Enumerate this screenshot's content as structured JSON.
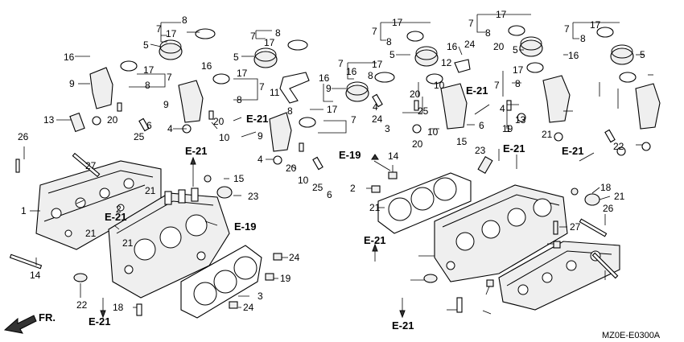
{
  "diagram": {
    "code": "MZ0E-E0300A",
    "front_label": "FR.",
    "refs": [
      "E-21",
      "E-21",
      "E-21",
      "E-19",
      "E-21",
      "E-21",
      "E-19",
      "E-21",
      "E-21",
      "E-21",
      "E-21"
    ],
    "callouts": [
      "7",
      "8",
      "17",
      "5",
      "16",
      "9",
      "17",
      "8",
      "7",
      "16",
      "5",
      "7",
      "8",
      "17",
      "17",
      "7",
      "8",
      "9",
      "13",
      "20",
      "6",
      "25",
      "10",
      "20",
      "4",
      "26",
      "27",
      "21",
      "21",
      "2",
      "1",
      "21",
      "14",
      "15",
      "23",
      "9",
      "11",
      "8",
      "7",
      "17",
      "16",
      "20",
      "10",
      "25",
      "6",
      "4",
      "22",
      "18",
      "24",
      "19",
      "3",
      "24",
      "17",
      "7",
      "8",
      "5",
      "16",
      "17",
      "7",
      "8",
      "12",
      "5",
      "17",
      "8",
      "7",
      "16",
      "5",
      "17",
      "7",
      "8",
      "17",
      "8",
      "7",
      "9",
      "16",
      "20",
      "10",
      "25",
      "6",
      "24",
      "20",
      "4",
      "13",
      "19",
      "24",
      "3",
      "4",
      "10",
      "20",
      "15",
      "23",
      "14",
      "2",
      "21",
      "21",
      "1",
      "22",
      "18",
      "21",
      "26",
      "27"
    ]
  }
}
